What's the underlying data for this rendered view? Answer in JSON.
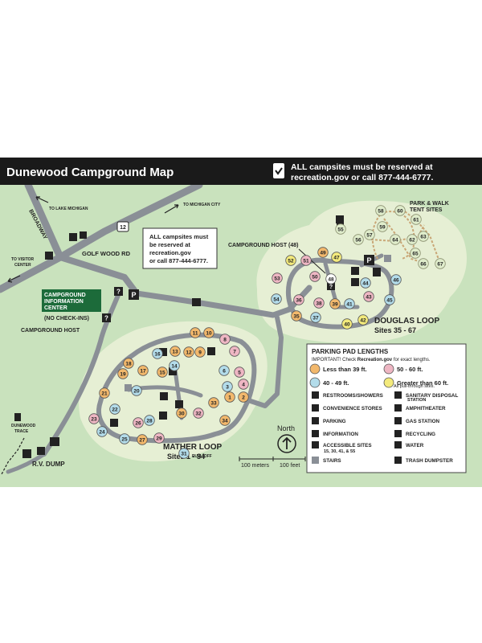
{
  "header": {
    "title": "Dunewood Campground Map",
    "notice_line1": "ALL campsites must be reserved at",
    "notice_line2": "recreation.gov or call 877-444-6777."
  },
  "roads": {
    "broadway": "BROADWAY",
    "golf_wood": "GOLF WOOD RD",
    "route_badge": "12",
    "to_lake_michigan": "TO LAKE MICHIGAN",
    "to_michigan_city": "TO MICHIGAN CITY",
    "to_visitor_center_1": "TO VISITOR",
    "to_visitor_center_2": "CENTER",
    "dunewood_trace_1": "DUNEWOOD",
    "dunewood_trace_2": "TRACE"
  },
  "callout": {
    "line1": "ALL campsites must",
    "line2": "be reserved at",
    "line3": "recreation.gov",
    "line4": "or call 877-444-6777."
  },
  "labels": {
    "info_center_1": "CAMPGROUND",
    "info_center_2": "INFORMATION",
    "info_center_3": "CENTER",
    "no_checkins": "(NO CHECK-INS)",
    "campground_host": "CAMPGROUND HOST",
    "campground_host_48": "CAMPGROUND HOST (48)",
    "park_walk_1": "PARK & WALK",
    "park_walk_2": "TENT SITES",
    "douglas_loop": "DOUGLAS LOOP",
    "douglas_sites": "Sites 35 - 67",
    "mather_loop": "MATHER LOOP",
    "mather_sites": "Sites 1 - 34",
    "rv_dump": "R.V. DUMP",
    "pull_off": "PULL-OFF",
    "north": "North",
    "scale_meters": "100 meters",
    "scale_feet": "100 feet"
  },
  "legend": {
    "title": "PARKING PAD LENGTHS",
    "subtitle_pre": "IMPORTANT! Check ",
    "subtitle_bold": "Recreation.gov",
    "subtitle_post": " for exact lengths.",
    "lengths": [
      {
        "label": "Less than 39 ft.",
        "color": "#f2b86c"
      },
      {
        "label": "50 - 60 ft.",
        "color": "#eeb6c3"
      },
      {
        "label": "40 - 49 ft.",
        "color": "#b3dcea"
      },
      {
        "label": "Greater than 60 ft.",
        "color": "#f3ea7c"
      }
    ],
    "pull_through_note": "All pull-through sites.",
    "facilities_left": [
      {
        "icon": "restroom-showers-icon",
        "label": "RESTROOMS/SHOWERS"
      },
      {
        "icon": "convenience-store-icon",
        "label": "CONVENIENCE STORES"
      },
      {
        "icon": "parking-icon",
        "label": "PARKING"
      },
      {
        "icon": "information-icon",
        "label": "INFORMATION"
      },
      {
        "icon": "accessible-icon",
        "label": "ACCESSIBLE SITES"
      },
      {
        "icon": "stairs-icon",
        "label": "STAIRS"
      }
    ],
    "accessible_sub": "15, 30, 41, & 55",
    "facilities_right": [
      {
        "icon": "sanitary-disposal-icon",
        "label": "SANITARY DISPOSAL"
      },
      {
        "icon": "amphitheater-icon",
        "label": "AMPHITHEATER"
      },
      {
        "icon": "gas-station-icon",
        "label": "GAS STATION"
      },
      {
        "icon": "recycling-icon",
        "label": "RECYCLING"
      },
      {
        "icon": "water-icon",
        "label": "WATER"
      },
      {
        "icon": "trash-dumpster-icon",
        "label": "TRASH DUMPSTER"
      }
    ],
    "sanitary_sub": "STATION"
  },
  "campsites": [
    {
      "n": "1",
      "c": "o"
    },
    {
      "n": "2",
      "c": "o"
    },
    {
      "n": "3",
      "c": "b"
    },
    {
      "n": "4",
      "c": "p"
    },
    {
      "n": "5",
      "c": "p"
    },
    {
      "n": "6",
      "c": "b"
    },
    {
      "n": "7",
      "c": "p"
    },
    {
      "n": "8",
      "c": "p"
    },
    {
      "n": "9",
      "c": "o"
    },
    {
      "n": "10",
      "c": "o"
    },
    {
      "n": "11",
      "c": "o"
    },
    {
      "n": "12",
      "c": "o"
    },
    {
      "n": "13",
      "c": "o"
    },
    {
      "n": "14",
      "c": "b"
    },
    {
      "n": "15",
      "c": "o"
    },
    {
      "n": "16",
      "c": "b"
    },
    {
      "n": "17",
      "c": "o"
    },
    {
      "n": "18",
      "c": "o"
    },
    {
      "n": "19",
      "c": "o"
    },
    {
      "n": "20",
      "c": "b"
    },
    {
      "n": "21",
      "c": "o"
    },
    {
      "n": "22",
      "c": "b"
    },
    {
      "n": "23",
      "c": "p"
    },
    {
      "n": "24",
      "c": "b"
    },
    {
      "n": "25",
      "c": "b"
    },
    {
      "n": "26",
      "c": "p"
    },
    {
      "n": "27",
      "c": "o"
    },
    {
      "n": "28",
      "c": "b"
    },
    {
      "n": "29",
      "c": "p"
    },
    {
      "n": "30",
      "c": "o"
    },
    {
      "n": "31",
      "c": "b"
    },
    {
      "n": "32",
      "c": "p"
    },
    {
      "n": "33",
      "c": "o"
    },
    {
      "n": "34",
      "c": "o"
    },
    {
      "n": "35",
      "c": "o"
    },
    {
      "n": "36",
      "c": "p"
    },
    {
      "n": "37",
      "c": "b"
    },
    {
      "n": "38",
      "c": "p"
    },
    {
      "n": "39",
      "c": "o"
    },
    {
      "n": "40",
      "c": "y"
    },
    {
      "n": "41",
      "c": "b"
    },
    {
      "n": "42",
      "c": "y"
    },
    {
      "n": "43",
      "c": "p"
    },
    {
      "n": "44",
      "c": "b"
    },
    {
      "n": "45",
      "c": "b"
    },
    {
      "n": "46",
      "c": "b"
    },
    {
      "n": "47",
      "c": "y"
    },
    {
      "n": "48",
      "c": "w"
    },
    {
      "n": "49",
      "c": "o"
    },
    {
      "n": "50",
      "c": "p"
    },
    {
      "n": "51",
      "c": "p"
    },
    {
      "n": "52",
      "c": "y"
    },
    {
      "n": "53",
      "c": "p"
    },
    {
      "n": "54",
      "c": "b"
    },
    {
      "n": "55",
      "c": "g"
    },
    {
      "n": "56",
      "c": "g"
    },
    {
      "n": "57",
      "c": "g"
    },
    {
      "n": "58",
      "c": "g"
    },
    {
      "n": "59",
      "c": "g"
    },
    {
      "n": "60",
      "c": "g"
    },
    {
      "n": "61",
      "c": "g"
    },
    {
      "n": "62",
      "c": "g"
    },
    {
      "n": "63",
      "c": "g"
    },
    {
      "n": "64",
      "c": "g"
    },
    {
      "n": "65",
      "c": "g"
    },
    {
      "n": "66",
      "c": "g"
    },
    {
      "n": "67",
      "c": "g"
    }
  ],
  "colors": {
    "header_bg": "#1a1a1a",
    "map_bg": "#c9e2bd",
    "campground_area": "#e6efd4",
    "road": "#8a8f96",
    "info_center_green": "#1c6b3a",
    "o": "#f2b86c",
    "p": "#eeb6c3",
    "b": "#b3dcea",
    "y": "#f3ea7c",
    "g": "#dfeccb",
    "w": "#ffffff"
  }
}
